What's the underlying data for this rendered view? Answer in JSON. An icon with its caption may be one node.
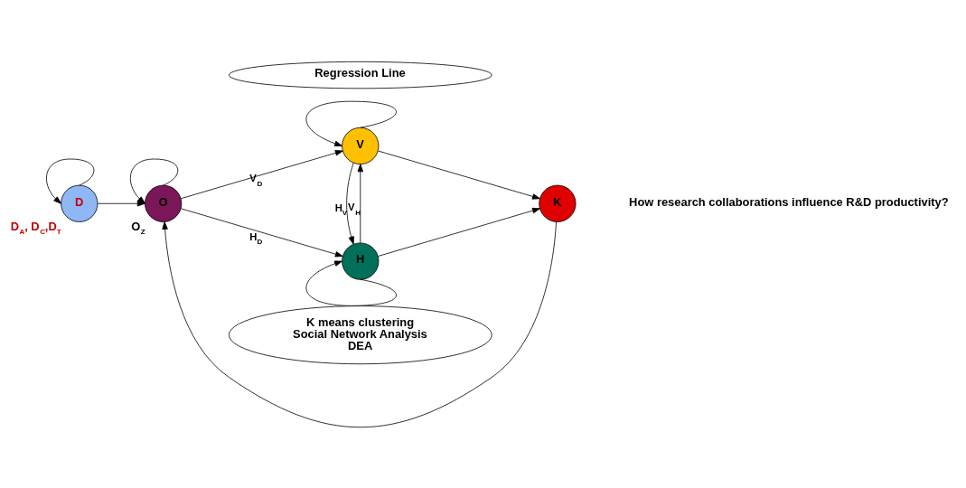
{
  "diagram": {
    "nodes": [
      {
        "text": [
          "Regression Line"
        ]
      },
      {
        "text": [
          "D"
        ],
        "beside": [
          "D$_{A}$, D$_{C}$,D$_{T}$"
        ]
      },
      {
        "text": [
          "O"
        ],
        "beside": [
          "O$_{Z}$"
        ]
      },
      {
        "text": [
          "V"
        ]
      },
      {
        "text": [
          "H"
        ]
      },
      {
        "text": [
          "K"
        ]
      },
      {
        "text": [
          "K means clustering",
          "Social Network Analysis",
          "DEA"
        ]
      }
    ],
    "edges": [
      {
        "from": 1,
        "to": 1,
        "arrow": "to"
      },
      {
        "from": 2,
        "to": 2,
        "arrow": "to"
      },
      {
        "from": 3,
        "to": 3,
        "arrow": "to"
      },
      {
        "from": 4,
        "to": 4,
        "arrow": "to"
      },
      {
        "from": 1,
        "to": 2,
        "arrow": "to"
      },
      {
        "from": 2,
        "to": 3,
        "label": "V$_{D}$",
        "arrow": "to"
      },
      {
        "from": 2,
        "to": 4,
        "label": "H$_{D}$",
        "arrow": "to"
      },
      {
        "from": 4,
        "to": 3,
        "label": "V$_{H}$",
        "arrow": "to"
      },
      {
        "from": 3,
        "to": 4,
        "label": "H$_{V}$",
        "arrow": "to"
      },
      {
        "from": 3,
        "to": 5,
        "arrow": "to"
      },
      {
        "from": 4,
        "to": 5,
        "arrow": "to"
      },
      {
        "from": 5,
        "to": 2,
        "arrow": "to"
      }
    ],
    "labels": [
      "How research collaborations influence R&D productivity?"
    ]
  }
}
